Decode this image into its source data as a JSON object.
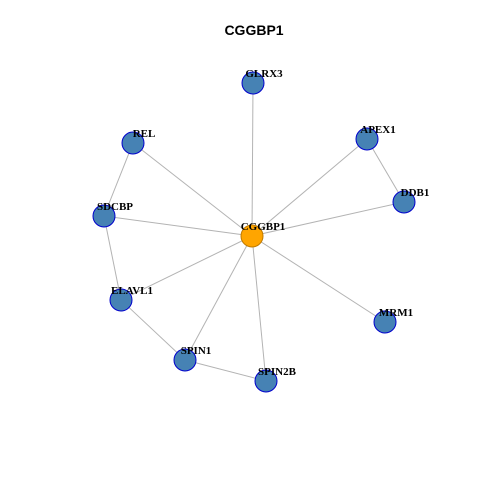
{
  "title": "CGGBP1",
  "colors": {
    "center_fill": "#FFA500",
    "center_stroke": "#C07A00",
    "node_fill": "#4682B4",
    "node_stroke": "#0000CD",
    "edge": "#B3B3B3"
  },
  "nodes": [
    {
      "id": "CGGBP1",
      "label": "CGGBP1",
      "role": "center"
    },
    {
      "id": "GLRX3",
      "label": "GLRX3",
      "role": "neighbor"
    },
    {
      "id": "REL",
      "label": "REL",
      "role": "neighbor"
    },
    {
      "id": "APEX1",
      "label": "APEX1",
      "role": "neighbor"
    },
    {
      "id": "DDB1",
      "label": "DDB1",
      "role": "neighbor"
    },
    {
      "id": "SDCBP",
      "label": "SDCBP",
      "role": "neighbor"
    },
    {
      "id": "ELAVL1",
      "label": "ELAVL1",
      "role": "neighbor"
    },
    {
      "id": "MRM1",
      "label": "MRM1",
      "role": "neighbor"
    },
    {
      "id": "SPIN1",
      "label": "SPIN1",
      "role": "neighbor"
    },
    {
      "id": "SPIN2B",
      "label": "SPIN2B",
      "role": "neighbor"
    }
  ],
  "edges": [
    [
      "CGGBP1",
      "GLRX3"
    ],
    [
      "CGGBP1",
      "REL"
    ],
    [
      "CGGBP1",
      "APEX1"
    ],
    [
      "CGGBP1",
      "DDB1"
    ],
    [
      "CGGBP1",
      "SDCBP"
    ],
    [
      "CGGBP1",
      "ELAVL1"
    ],
    [
      "CGGBP1",
      "MRM1"
    ],
    [
      "CGGBP1",
      "SPIN1"
    ],
    [
      "CGGBP1",
      "SPIN2B"
    ],
    [
      "REL",
      "SDCBP"
    ],
    [
      "SDCBP",
      "ELAVL1"
    ],
    [
      "ELAVL1",
      "SPIN1"
    ],
    [
      "SPIN1",
      "SPIN2B"
    ],
    [
      "APEX1",
      "DDB1"
    ]
  ]
}
